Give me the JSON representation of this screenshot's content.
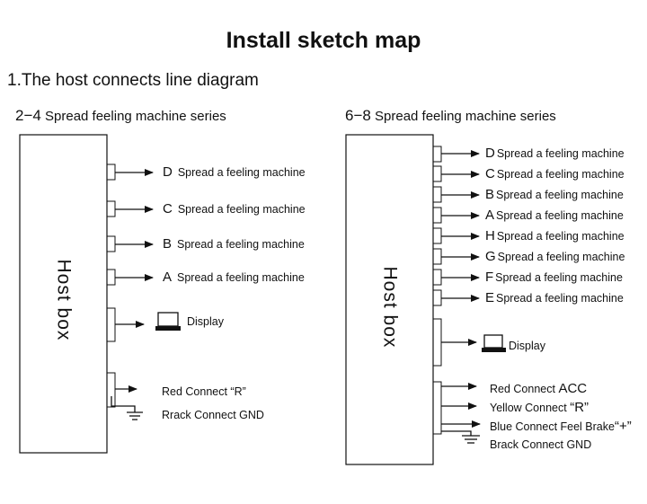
{
  "title": "Install sketch map",
  "subtitle": "1.The host connects line diagram",
  "left": {
    "series_num": "2−4",
    "series_text": "Spread feeling machine series",
    "host_label": "Host box",
    "machines": [
      {
        "letter": "D",
        "label": "Spread a feeling machine"
      },
      {
        "letter": "C",
        "label": "Spread a feeling machine"
      },
      {
        "letter": "B",
        "label": "Spread a feeling machine"
      },
      {
        "letter": "A",
        "label": "Spread a feeling machine"
      }
    ],
    "display_label": "Display",
    "red": "Red Connect “R”",
    "gnd": "Rrack Connect GND"
  },
  "right": {
    "series_num": "6−8",
    "series_text": "Spread feeling machine series",
    "host_label": "Host box",
    "machines": [
      {
        "letter": "D",
        "label": "Spread a feeling machine"
      },
      {
        "letter": "C",
        "label": "Spread a feeling machine"
      },
      {
        "letter": "B",
        "label": "Spread a feeling machine"
      },
      {
        "letter": "A",
        "label": "Spread a feeling machine"
      },
      {
        "letter": "H",
        "label": "Spread a feeling machine"
      },
      {
        "letter": "G",
        "label": "Spread a feeling machine"
      },
      {
        "letter": "F",
        "label": "Spread a feeling machine"
      },
      {
        "letter": "E",
        "label": "Spread a feeling machine"
      }
    ],
    "display_label": "Display",
    "red_prefix": "Red Connect",
    "red_big": "ACC",
    "yellow_prefix": "Yellow Connect",
    "yellow_big": "“R”",
    "blue_prefix": "Blue Connect Feel Brake",
    "blue_suffix": "“+”",
    "brack": "Brack Connect GND"
  },
  "icons": {
    "display": "monitor-icon",
    "ground": "ground-icon",
    "arrow": "arrow-right-icon"
  }
}
